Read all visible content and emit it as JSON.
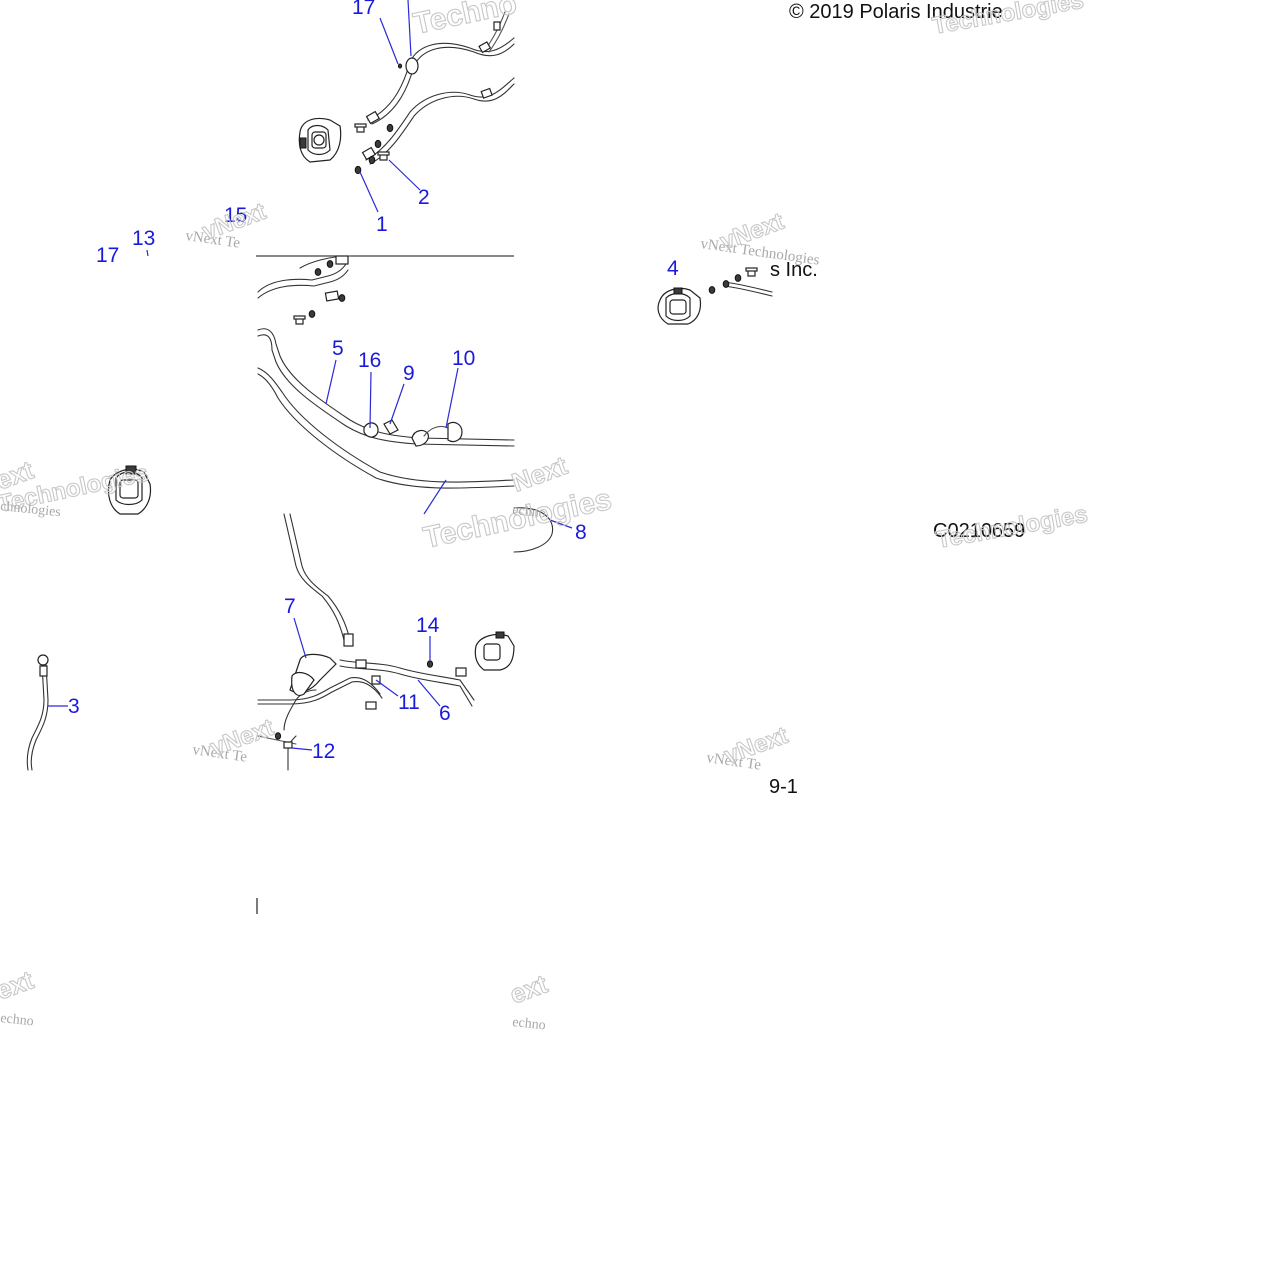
{
  "diagram": {
    "copyright": "© 2019 Polaris Industrie",
    "copyright_fragment": "s Inc.",
    "figure_code": "C0210659",
    "page_ref": "9-1",
    "callouts": {
      "c1": "1",
      "c2": "2",
      "c3": "3",
      "c4": "4",
      "c5": "5",
      "c6": "6",
      "c7": "7",
      "c8": "8",
      "c9": "9",
      "c10": "10",
      "c11": "11",
      "c12": "12",
      "c13": "13",
      "c14": "14",
      "c15": "15",
      "c16": "16",
      "c17a": "17",
      "c17b": "17"
    },
    "watermarks": {
      "vnext_tech": "vNext Technologies",
      "vnext_te": "vNext Te",
      "technologies": "Technologies",
      "techno": "Techno",
      "vnext": "vNext",
      "next": "Next",
      "ext": "ext",
      "echno": "echno",
      "chnologies": "chnologies"
    },
    "colors": {
      "callout": "#1a1adc",
      "line_art": "#333333",
      "watermark": "#b8b8b8"
    }
  }
}
